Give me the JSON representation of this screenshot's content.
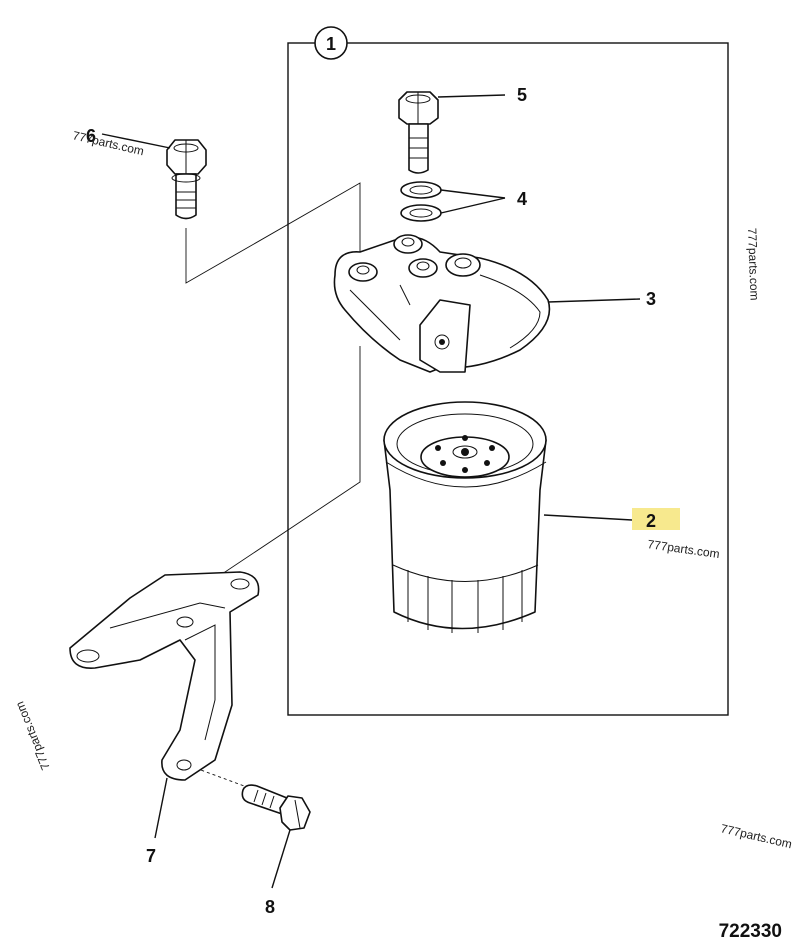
{
  "assembly_ref": "1",
  "figure_number": "722330",
  "callouts": {
    "c2": "2",
    "c3": "3",
    "c4": "4",
    "c5": "5",
    "c6": "6",
    "c7": "7",
    "c8": "8"
  },
  "highlight_color": "#f7e98e",
  "watermarks": {
    "w1": "777parts.com",
    "w2": "777parts.com",
    "w3": "777parts.com",
    "w4": "777parts.com",
    "w5": "777parts.com"
  }
}
